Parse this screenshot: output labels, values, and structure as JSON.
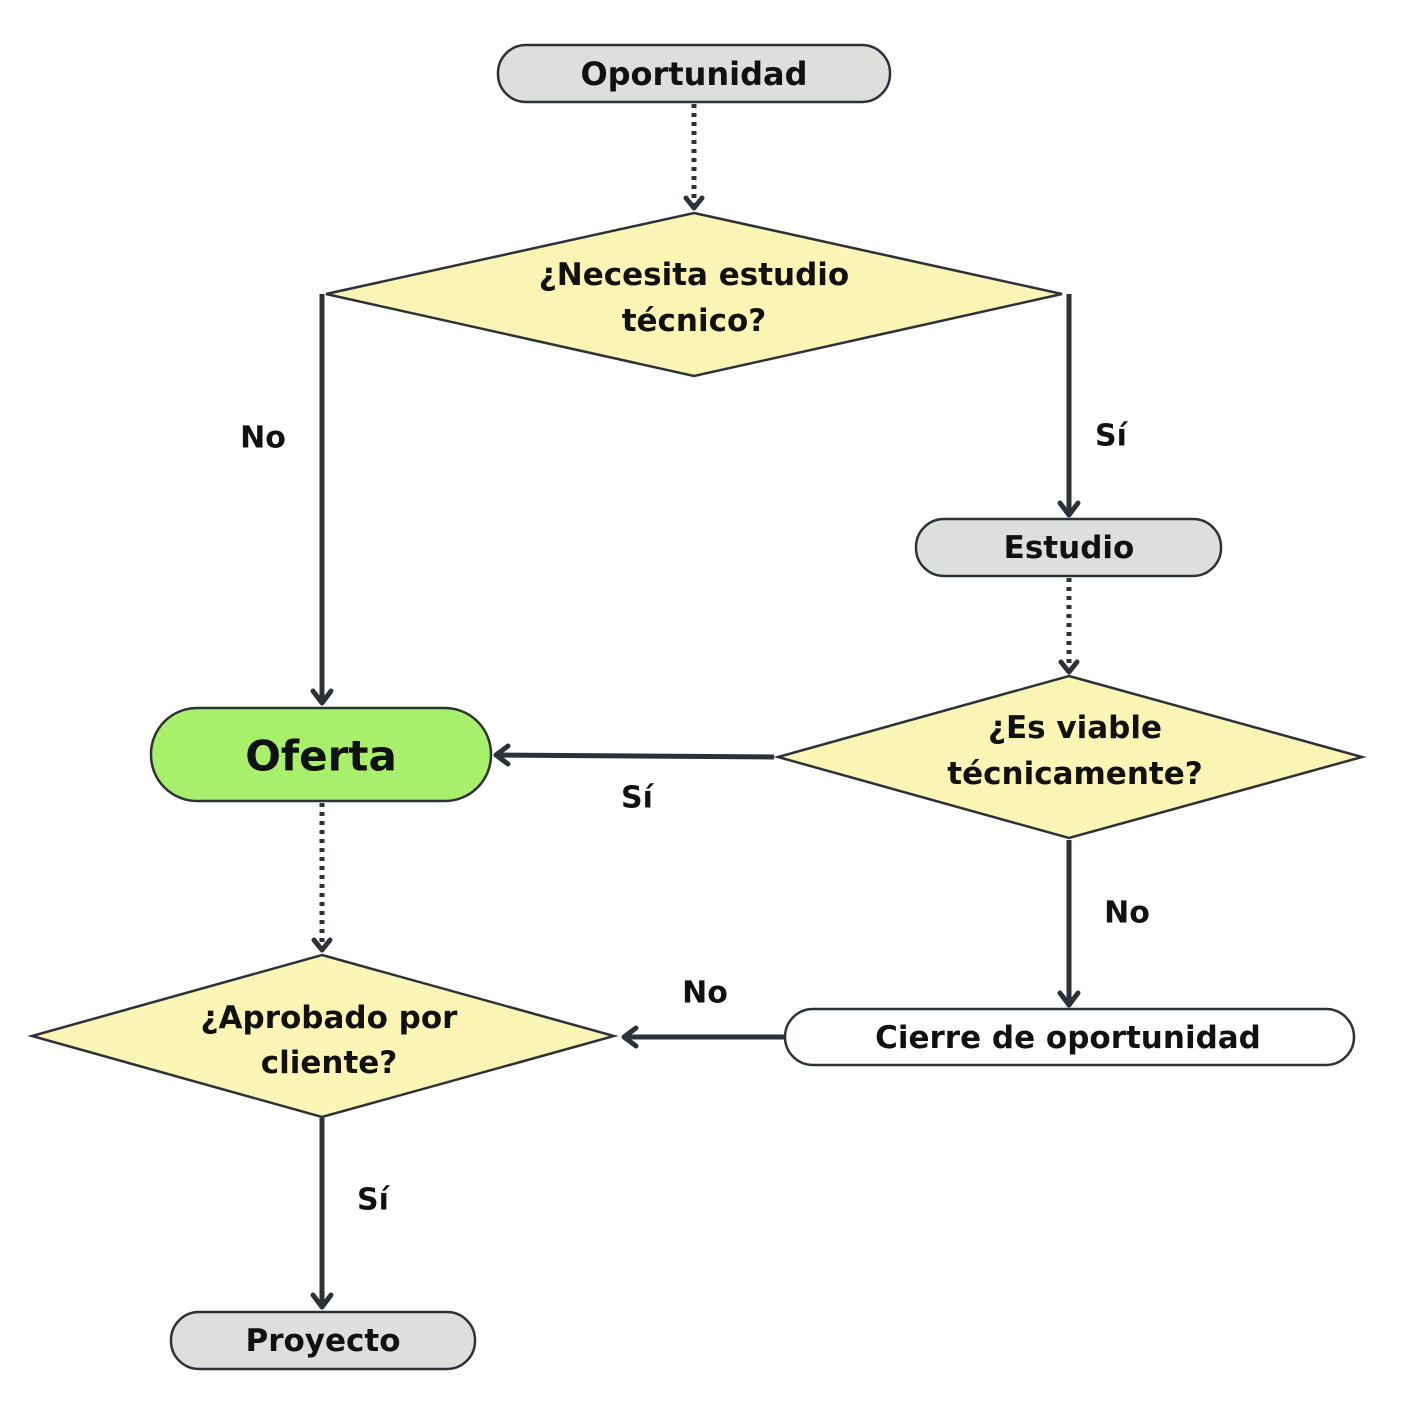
{
  "colors": {
    "terminal_gray": "#dcdfdc",
    "decision_yellow": "#fbf5b5",
    "highlight_green": "#a8f06b",
    "white": "#ffffff",
    "line": "#2d3138"
  },
  "nodes": {
    "oportunidad": {
      "label": "Oportunidad"
    },
    "necesita_estudio": {
      "line1": "¿Necesita estudio",
      "line2": "técnico?"
    },
    "estudio": {
      "label": "Estudio"
    },
    "oferta": {
      "label": "Oferta"
    },
    "es_viable": {
      "line1": "¿Es viable",
      "line2": "técnicamente?"
    },
    "cierre": {
      "label": "Cierre de oportunidad"
    },
    "aprobado": {
      "line1": "¿Aprobado por",
      "line2": "cliente?"
    },
    "proyecto": {
      "label": "Proyecto"
    }
  },
  "edges": {
    "necesita_no": "No",
    "necesita_si": "Sí",
    "viable_si": "Sí",
    "viable_no": "No",
    "cierre_no": "No",
    "aprobado_si": "Sí"
  }
}
